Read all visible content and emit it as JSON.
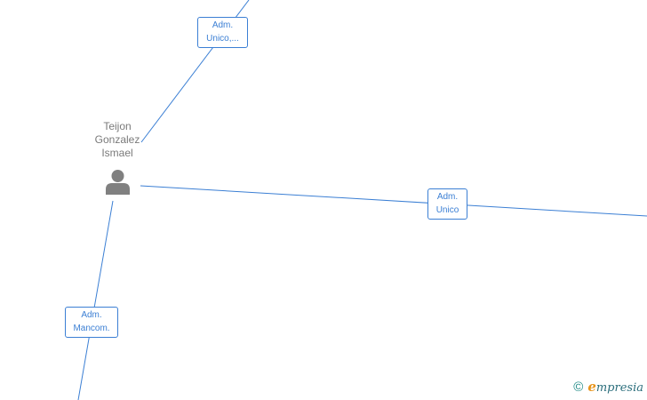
{
  "person": {
    "name_lines": [
      "Teijon",
      "Gonzalez",
      "Ismael"
    ],
    "icon": "person-icon"
  },
  "relations": [
    {
      "id": "top",
      "lines": [
        "Adm.",
        "Unico,..."
      ]
    },
    {
      "id": "right",
      "lines": [
        "Adm.",
        "Unico"
      ]
    },
    {
      "id": "bottom",
      "lines": [
        "Adm.",
        "Mancom."
      ]
    }
  ],
  "footer": {
    "copyright_symbol": "©",
    "brand_first": "e",
    "brand_rest": "mpresia"
  },
  "colors": {
    "edge": "#3b7fd4",
    "person": "#808080",
    "brand": "#e8941a"
  }
}
